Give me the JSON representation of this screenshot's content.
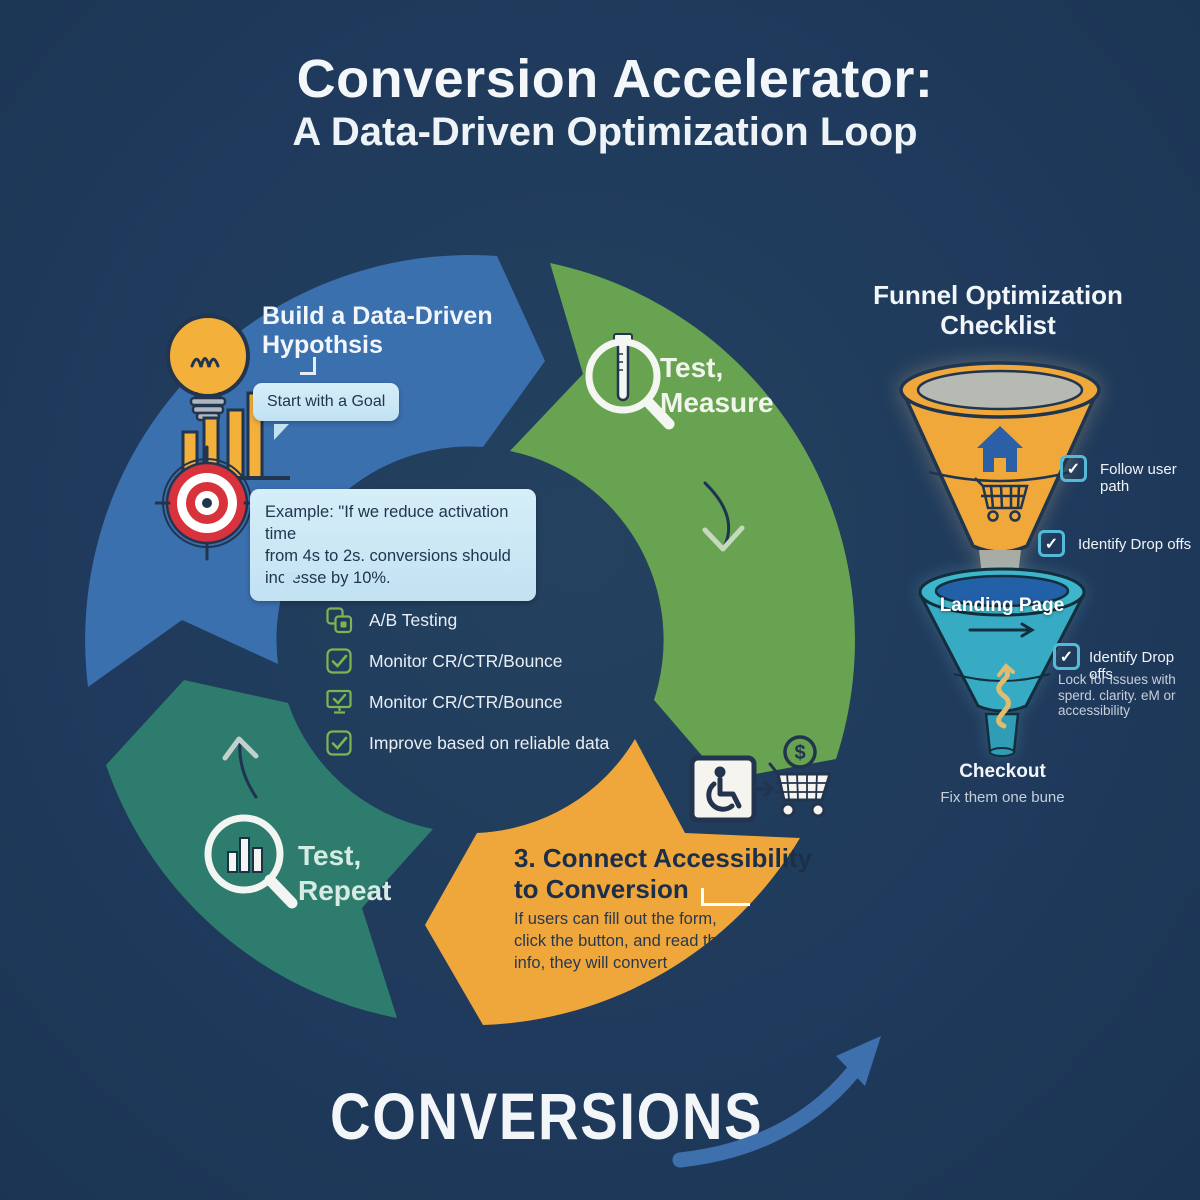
{
  "header": {
    "title": "Conversion Accelerator:",
    "subtitle": "A Data-Driven Optimization Loop"
  },
  "cycle": {
    "step1": {
      "title_line1": "Build a Data-Driven",
      "title_line2": "Hypothsis",
      "goal_bubble": "Start with a Goal",
      "example_line1": "Example: \"If we reduce activation time",
      "example_line2": "from 4s to 2s. conversions should",
      "example_line3": "incresse by 10%."
    },
    "step2": {
      "title_line1": "Test,",
      "title_line2": "Measure"
    },
    "step3": {
      "title_line1": "3. Connect Accessibility",
      "title_line2": "to Conversion",
      "body_line1": "If users can fill out the form,",
      "body_line2": "click the button, and read the",
      "body_line3": "info, they will convert"
    },
    "step4": {
      "title_line1": "Test,",
      "title_line2": "Repeat"
    },
    "checklist": [
      {
        "icon": "copy-icon",
        "label": "A/B Testing"
      },
      {
        "icon": "checkbox-icon",
        "label": "Monitor CR/CTR/Bounce"
      },
      {
        "icon": "monitor-check-icon",
        "label": "Monitor CR/CTR/Bounce"
      },
      {
        "icon": "checkbox-icon",
        "label": "Improve based on reliable data"
      }
    ]
  },
  "funnel_panel": {
    "heading_line1": "Funnel Optimization",
    "heading_line2": "Checklist",
    "funnel_top": {
      "check1": "Follow user path",
      "check2": "Identify Drop offs"
    },
    "funnel_bottom": {
      "stage_label": "Landing Page",
      "check": "Identify Drop offs",
      "note_line1": "Lock for issues with",
      "note_line2": "sperd. clarity. eM or",
      "note_line3": "accessibility",
      "stage2_label": "Checkout",
      "note2": "Fix them one bune"
    }
  },
  "footer": {
    "label": "CONVERSIONS"
  },
  "glyphs": {
    "check": "✓",
    "dollar": "$"
  },
  "colors": {
    "background": "#1f3a5c",
    "segment_blue": "#3b70af",
    "segment_green": "#68a351",
    "segment_orange": "#efa73c",
    "segment_teal": "#2e7c6d",
    "bubble_blue": "#c9e7f5",
    "check_green": "#7cb64f",
    "check_teal": "#54bad7",
    "dark_navy_text": "#1c2f49",
    "light_text": "#f2f6fa",
    "muted_text": "#c7d0da",
    "arrow_blue": "#3f70ae",
    "funnel_orange": "#f0a83a",
    "funnel_teal": "#38abc4"
  }
}
